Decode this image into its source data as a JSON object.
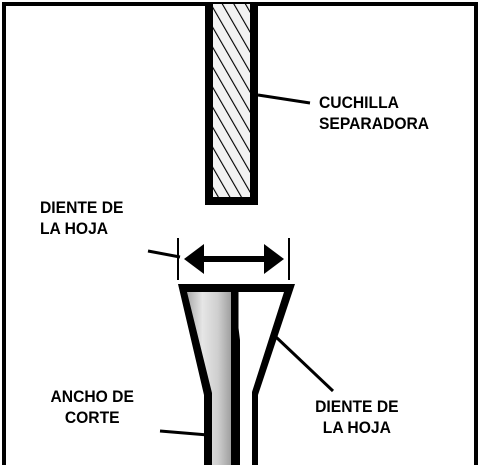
{
  "labels": {
    "riving_knife": {
      "line1": "CUCHILLA",
      "line2": "SEPARADORA"
    },
    "blade_tooth_left": {
      "line1": "DIENTE DE",
      "line2": "LA HOJA"
    },
    "kerf_width": {
      "line1": "ANCHO DE",
      "line2": "CORTE"
    },
    "blade_tooth_right": {
      "line1": "DIENTE DE",
      "line2": "LA HOJA"
    }
  },
  "colors": {
    "outline": "#000000",
    "blade_light": "#d9d9d9",
    "blade_mid": "#b8b8b8",
    "knife_fill": "#f2f2f2",
    "background": "#ffffff"
  }
}
